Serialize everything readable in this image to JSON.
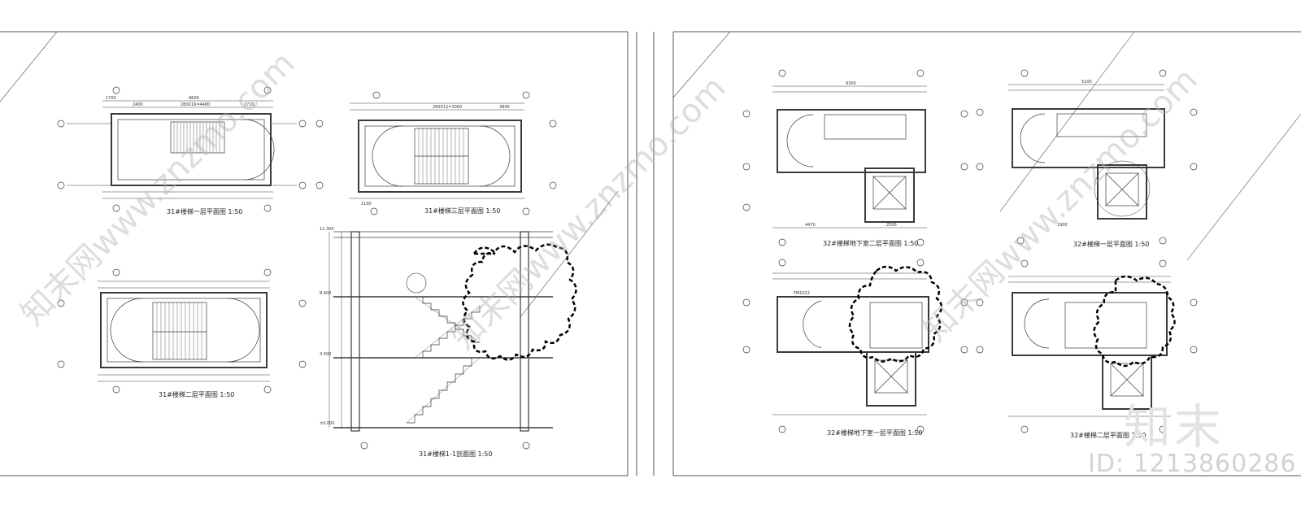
{
  "drawing": {
    "left_sheet": {
      "plan_1_title": "31#楼梯一层平面图 1:50",
      "plan_2_title": "31#楼梯三层平面图 1:50",
      "plan_3_title": "31#楼梯二层平面图 1:50",
      "section_title": "31#楼梯1-1剖面图 1:50",
      "levels": [
        "12.300",
        "8.400",
        "4.500",
        "±0.000"
      ],
      "dims": [
        "9600",
        "2400",
        "280X16=4480",
        "2720",
        "280X12=3360",
        "3840",
        "1700",
        "1100"
      ]
    },
    "right_sheet": {
      "plan_1_title": "32#楼梯地下室二层平面图 1:50",
      "plan_2_title": "32#楼梯一层平面图 1:50",
      "plan_3_title": "32#楼梯地下室一层平面图 1:50",
      "plan_4_title": "32#楼梯二层平面图 1:50",
      "dims": [
        "9300",
        "5100",
        "4470",
        "2500",
        "1900",
        "FM1022"
      ]
    }
  },
  "watermark": {
    "site_text": "知末网www.znzmo.com",
    "logo": "知末",
    "id_text": "ID: 1213860286"
  },
  "colors": {
    "line": "#3a3a3a",
    "revision_cloud": "#000000",
    "paper": "#ffffff"
  }
}
